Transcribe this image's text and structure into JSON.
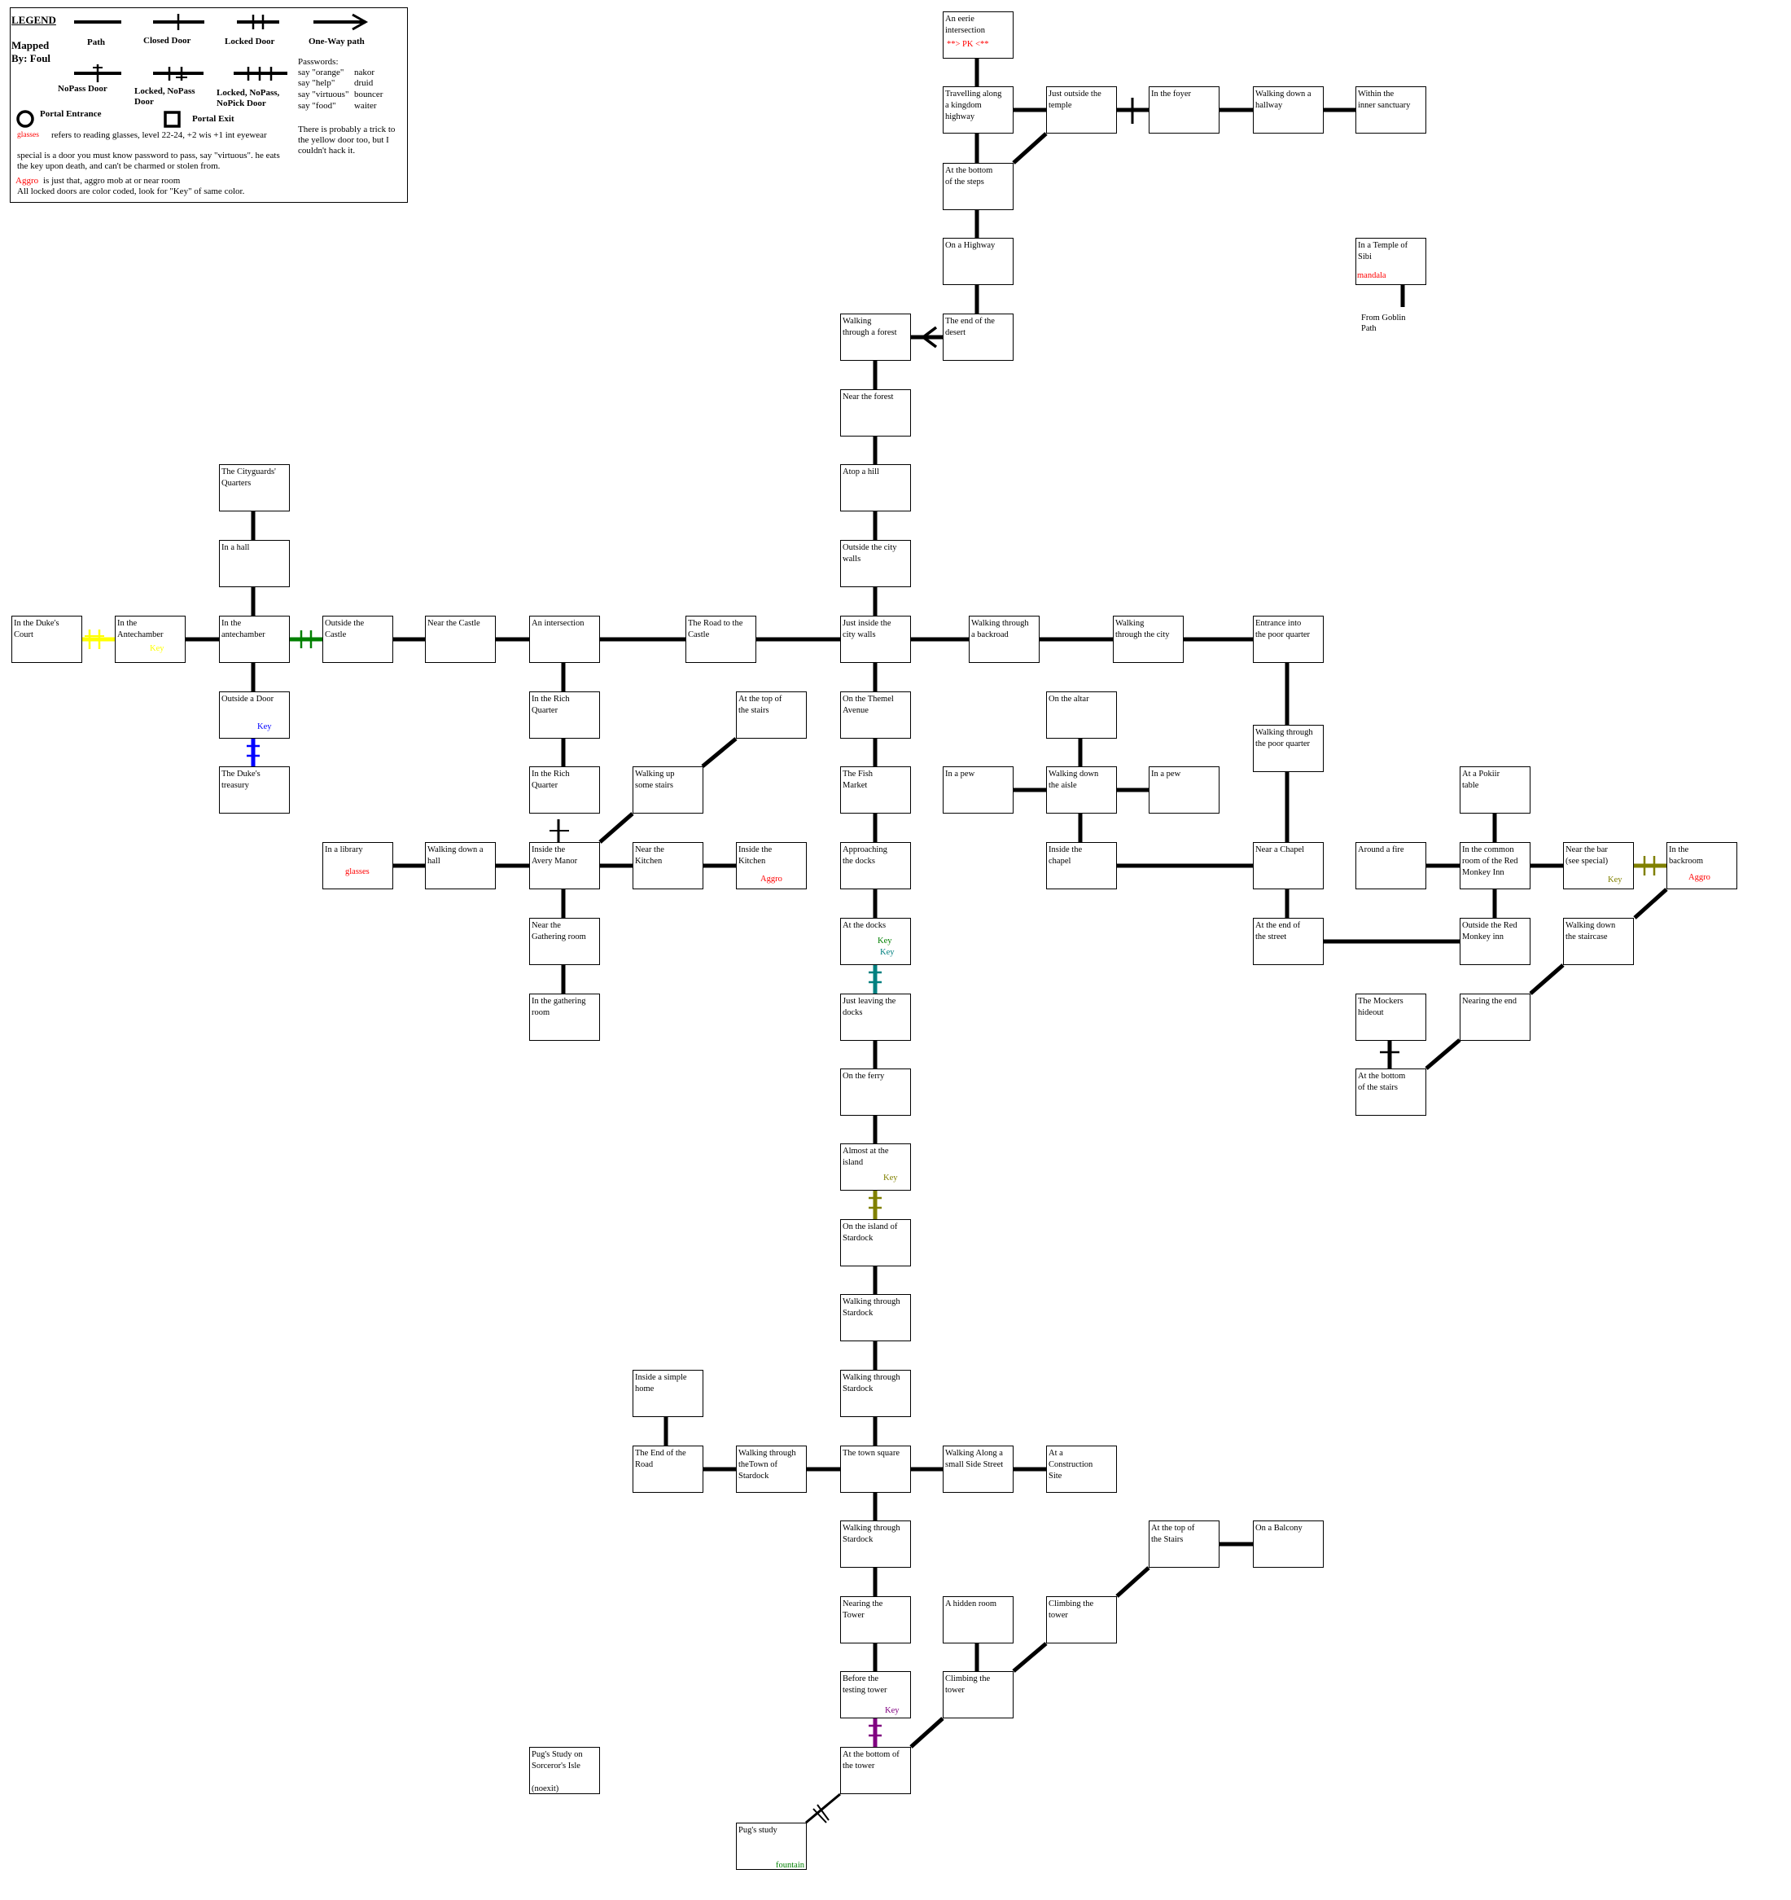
{
  "legend": {
    "title": "LEGEND",
    "mapped_by": "Mapped\nBy: Foul",
    "symbols": {
      "path": "Path",
      "closed_door": "Closed Door",
      "locked_door": "Locked Door",
      "one_way": "One-Way path",
      "nopass_door": "NoPass Door",
      "locked_nopass": "Locked, NoPass\nDoor",
      "locked_nopass_nopick": "Locked, NoPass,\nNoPick Door",
      "portal_entrance": "Portal Entrance",
      "portal_exit": "Portal Exit"
    },
    "passwords_title": "Passwords:",
    "passwords": [
      {
        "say": "say \"orange\"",
        "to": "nakor"
      },
      {
        "say": "say \"help\"",
        "to": "druid"
      },
      {
        "say": "say \"virtuous\"",
        "to": "bouncer"
      },
      {
        "say": "say \"food\"",
        "to": "waiter"
      }
    ],
    "glasses_word": "glasses",
    "glasses_note": "refers to reading glasses, level 22-24, +2 wis +1 int eyewear",
    "yellow_note": "There is probably a trick to\nthe yellow door too, but I\ncouldn't hack it.",
    "special_note": "special is a door you must know password to pass, say \"virtuous\".  he eats\nthe key upon death, and can't be charmed or stolen from.",
    "aggro_word": "Aggro",
    "aggro_note": "is just that, aggro mob at or near room",
    "color_note": "All locked doors are color coded, look for \"Key\" of same color."
  },
  "colors": {
    "red": "#ff0000",
    "yellow": "#ffff00",
    "green": "#008000",
    "blue": "#0000ff",
    "teal": "#008080",
    "olive": "#808000",
    "purple": "#800080"
  },
  "rooms": [
    {
      "id": "eerie",
      "name": "An eerie\nintersection"
    },
    {
      "id": "kingdom",
      "name": "Travelling along\na kingdom\nhighway"
    },
    {
      "id": "temple_out",
      "name": "Just outside the\ntemple"
    },
    {
      "id": "foyer",
      "name": "In the foyer"
    },
    {
      "id": "hallway",
      "name": "Walking down a\nhallway"
    },
    {
      "id": "sanctuary",
      "name": "Within the\ninner sanctuary"
    },
    {
      "id": "steps",
      "name": "At the bottom\nof the steps"
    },
    {
      "id": "highway",
      "name": "On a Highway"
    },
    {
      "id": "sibi",
      "name": "In a Temple of\nSibi"
    },
    {
      "id": "forest",
      "name": "Walking\nthrough a forest"
    },
    {
      "id": "desert",
      "name": "The end of the\ndesert"
    },
    {
      "id": "nearforest",
      "name": "Near the forest"
    },
    {
      "id": "hill",
      "name": "Atop a hill"
    },
    {
      "id": "walls",
      "name": "Outside the city\nwalls"
    },
    {
      "id": "cityguards",
      "name": "The Cityguards'\nQuarters"
    },
    {
      "id": "hall",
      "name": "In a hall"
    },
    {
      "id": "dukecourt",
      "name": "In the Duke's\nCourt"
    },
    {
      "id": "ante1",
      "name": "In the\nAntechamber"
    },
    {
      "id": "ante2",
      "name": "In the\nantechamber"
    },
    {
      "id": "outcastle",
      "name": "Outside the\nCastle"
    },
    {
      "id": "nearcastle",
      "name": "Near the Castle"
    },
    {
      "id": "intersection",
      "name": "An intersection"
    },
    {
      "id": "roadcastle",
      "name": "The Road to the\nCastle"
    },
    {
      "id": "inside_walls",
      "name": "Just inside the\ncity walls"
    },
    {
      "id": "backroad",
      "name": "Walking through\na backroad"
    },
    {
      "id": "thrucity",
      "name": "Walking\nthrough the city"
    },
    {
      "id": "poorq",
      "name": "Entrance into\nthe poor quarter"
    },
    {
      "id": "outdoor",
      "name": "Outside a Door"
    },
    {
      "id": "richq1",
      "name": "In the Rich\nQuarter"
    },
    {
      "id": "topstairs",
      "name": "At the top of\nthe stairs"
    },
    {
      "id": "themel",
      "name": "On the Themel\nAvenue"
    },
    {
      "id": "altar",
      "name": "On the altar"
    },
    {
      "id": "thrupoor",
      "name": "Walking through\nthe poor quarter"
    },
    {
      "id": "treasury",
      "name": "The Duke's\ntreasury"
    },
    {
      "id": "richq2",
      "name": "In the Rich\nQuarter"
    },
    {
      "id": "upstairs",
      "name": "Walking up\nsome stairs"
    },
    {
      "id": "fish",
      "name": "The Fish\nMarket"
    },
    {
      "id": "pew1",
      "name": "In a pew"
    },
    {
      "id": "aisle",
      "name": "Walking down\nthe aisle"
    },
    {
      "id": "pew2",
      "name": "In a pew"
    },
    {
      "id": "pokiir",
      "name": "At a Pokiir\ntable"
    },
    {
      "id": "library",
      "name": "In a library"
    },
    {
      "id": "walkhall",
      "name": "Walking down a\nhall"
    },
    {
      "id": "avery",
      "name": "Inside the\nAvery Manor"
    },
    {
      "id": "nearkitchen",
      "name": "Near the\nKitchen"
    },
    {
      "id": "kitchen",
      "name": "Inside the\nKitchen"
    },
    {
      "id": "approach",
      "name": "Approaching\nthe docks"
    },
    {
      "id": "chapel_in",
      "name": "Inside the\nchapel"
    },
    {
      "id": "nearchapel",
      "name": "Near a Chapel"
    },
    {
      "id": "fire",
      "name": "Around a fire"
    },
    {
      "id": "redmonkey",
      "name": "In the common\nroom of the Red\nMonkey Inn"
    },
    {
      "id": "bar",
      "name": "Near the bar\n   (see special)"
    },
    {
      "id": "backroom",
      "name": "In the\nbackroom"
    },
    {
      "id": "neargather",
      "name": "Near the\nGathering room"
    },
    {
      "id": "docks",
      "name": "At the docks"
    },
    {
      "id": "endstreet",
      "name": "At the end of\nthe street"
    },
    {
      "id": "outmonkey",
      "name": "Outside the Red\nMonkey inn"
    },
    {
      "id": "staircase",
      "name": "Walking down\nthe staircase"
    },
    {
      "id": "gathering",
      "name": "In the gathering\nroom"
    },
    {
      "id": "leavedocks",
      "name": "Just leaving the\ndocks"
    },
    {
      "id": "mockers",
      "name": "The Mockers\nhideout"
    },
    {
      "id": "nearend",
      "name": "Nearing the end"
    },
    {
      "id": "ferry",
      "name": "On the ferry"
    },
    {
      "id": "botstairs",
      "name": "At the bottom\nof the stairs"
    },
    {
      "id": "almost",
      "name": "Almost at the\nisland"
    },
    {
      "id": "island",
      "name": "On the island of\nStardock"
    },
    {
      "id": "sd1",
      "name": "Walking through\nStardock"
    },
    {
      "id": "simplehome",
      "name": "Inside a simple\nhome"
    },
    {
      "id": "sd2",
      "name": "Walking through\nStardock"
    },
    {
      "id": "endroad",
      "name": "The End of the\nRoad"
    },
    {
      "id": "thrutown",
      "name": "Walking through\ntheTown of\nStardock"
    },
    {
      "id": "square",
      "name": "The town square"
    },
    {
      "id": "sidestreet",
      "name": "Walking Along a\nsmall Side Street"
    },
    {
      "id": "construction",
      "name": "At a\nConstruction\nSite"
    },
    {
      "id": "sd3",
      "name": "Walking through\nStardock"
    },
    {
      "id": "topstairs2",
      "name": "At the top of\nthe Stairs"
    },
    {
      "id": "balcony",
      "name": "On a Balcony"
    },
    {
      "id": "neartower",
      "name": "Nearing the\nTower"
    },
    {
      "id": "hidden",
      "name": "A hidden room"
    },
    {
      "id": "climb1",
      "name": "Climbing the\ntower"
    },
    {
      "id": "testing",
      "name": "Before the\ntesting tower"
    },
    {
      "id": "climb2",
      "name": "Climbing the\ntower"
    },
    {
      "id": "pugisle",
      "name": "Pug's Study on\nSorceror's Isle\n\n  (noexit)"
    },
    {
      "id": "bottower",
      "name": "At the bottom of\nthe tower"
    },
    {
      "id": "pugstudy",
      "name": "Pug's study"
    }
  ],
  "notes": [
    {
      "id": "pk",
      "text": "**> PK <**",
      "color": "#ff0000"
    },
    {
      "id": "mandala",
      "text": "mandala",
      "color": "#ff0000"
    },
    {
      "id": "goblin",
      "text": "From Goblin\nPath",
      "color": "#000000"
    },
    {
      "id": "key_yellow",
      "text": "Key",
      "color": "#ffff00"
    },
    {
      "id": "key_blue",
      "text": "Key",
      "color": "#0000ff"
    },
    {
      "id": "glasses",
      "text": "glasses",
      "color": "#ff0000"
    },
    {
      "id": "aggro_kitchen",
      "text": "Aggro",
      "color": "#ff0000"
    },
    {
      "id": "key_docks_green",
      "text": "Key",
      "color": "#008000"
    },
    {
      "id": "key_docks_teal",
      "text": "Key",
      "color": "#008080"
    },
    {
      "id": "key_bar",
      "text": "Key",
      "color": "#808000"
    },
    {
      "id": "aggro_backroom",
      "text": "Aggro",
      "color": "#ff0000"
    },
    {
      "id": "key_island",
      "text": "Key",
      "color": "#808000"
    },
    {
      "id": "key_tower",
      "text": "Key",
      "color": "#800080"
    },
    {
      "id": "fountain",
      "text": "fountain",
      "color": "#008000"
    }
  ]
}
